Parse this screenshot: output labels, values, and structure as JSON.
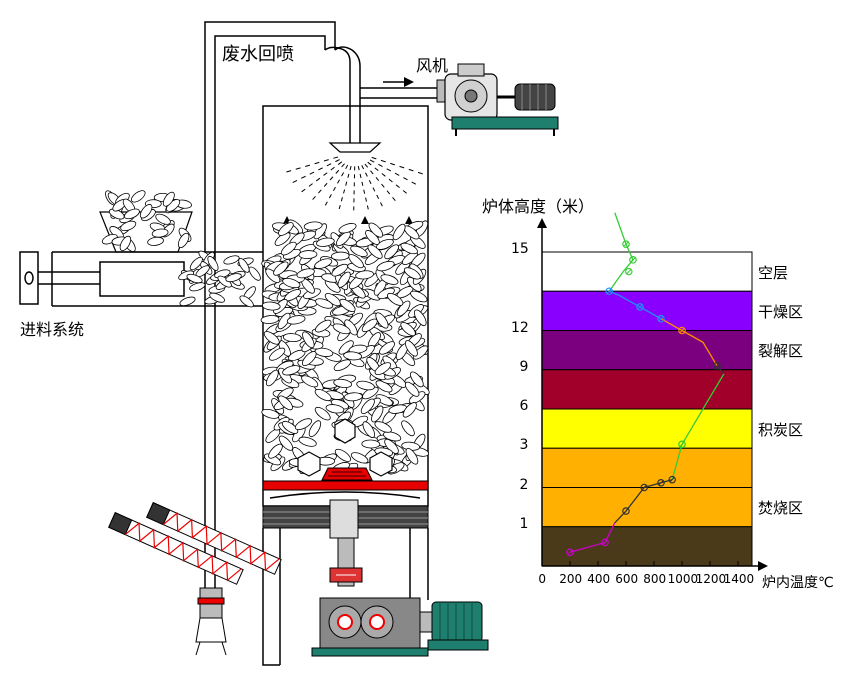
{
  "labels": {
    "wastewater_spray": "废水回喷",
    "fan": "风机",
    "feed_system": "进料系统"
  },
  "colors": {
    "furnace_wall": "#000000",
    "grate_red": "#e60000",
    "motor_teal": "#1e7f6e",
    "zone_empty": "#ffffff",
    "zone_drying": "#8a00ff",
    "zone_cracking": "#7a0080",
    "zone_retort": "#a0002a",
    "zone_char": "#ffff00",
    "zone_burn_upper": "#ffb000",
    "zone_burn_lower": "#4a3a1a"
  },
  "chart_data": {
    "type": "line",
    "ylabel": "炉体高度（米）",
    "xlabel": "炉内温度℃",
    "x_ticks": [
      "0",
      "200",
      "400",
      "600",
      "800",
      "1000",
      "1200",
      "1400"
    ],
    "y_ticks": [
      "1",
      "2",
      "3",
      "6",
      "9",
      "12",
      "15"
    ],
    "xlim": [
      0,
      1500
    ],
    "zones": [
      {
        "name": "空层",
        "bottom": 7,
        "top": 8,
        "color": "#ffffff"
      },
      {
        "name": "干燥区",
        "bottom": 6,
        "top": 7,
        "color": "#8a00ff"
      },
      {
        "name": "裂解区",
        "bottom": 5,
        "top": 6,
        "color": "#7a0080"
      },
      {
        "name": "",
        "bottom": 4,
        "top": 5,
        "color": "#a0002a"
      },
      {
        "name": "积炭区",
        "bottom": 3,
        "top": 4,
        "color": "#ffff00"
      },
      {
        "name": "",
        "bottom": 2,
        "top": 3,
        "color": "#ffb000"
      },
      {
        "name": "焚烧区",
        "bottom": 1,
        "top": 2,
        "color": "#ffb000"
      },
      {
        "name": "",
        "bottom": 0,
        "top": 1,
        "color": "#4a3a1a"
      }
    ],
    "series": [
      {
        "color": "#cc00cc",
        "points": [
          [
            200,
            0.35
          ],
          [
            450,
            0.6
          ],
          [
            520,
            1.1
          ]
        ]
      },
      {
        "color": "#333333",
        "points": [
          [
            520,
            1.1
          ],
          [
            600,
            1.4
          ],
          [
            730,
            2.0
          ],
          [
            850,
            2.12
          ],
          [
            930,
            2.2
          ]
        ]
      },
      {
        "color": "#33cc33",
        "points": [
          [
            930,
            2.2
          ],
          [
            1000,
            3.1
          ],
          [
            1150,
            4.0
          ],
          [
            1300,
            4.9
          ]
        ]
      },
      {
        "color": "#333333",
        "points": [
          [
            1300,
            4.9
          ],
          [
            1250,
            5.1
          ]
        ]
      },
      {
        "color": "#ff8c00",
        "points": [
          [
            1250,
            5.1
          ],
          [
            1150,
            5.7
          ],
          [
            1000,
            6.0
          ],
          [
            850,
            6.3
          ]
        ]
      },
      {
        "color": "#1e90ff",
        "points": [
          [
            850,
            6.3
          ],
          [
            700,
            6.6
          ],
          [
            550,
            6.9
          ],
          [
            480,
            7.0
          ]
        ]
      },
      {
        "color": "#33cc33",
        "points": [
          [
            480,
            7.0
          ],
          [
            580,
            7.5
          ],
          [
            650,
            7.8
          ],
          [
            600,
            8.2
          ],
          [
            520,
            9.0
          ]
        ]
      }
    ],
    "markers": [
      [
        200,
        0.35
      ],
      [
        450,
        0.6
      ],
      [
        600,
        1.4
      ],
      [
        730,
        2.0
      ],
      [
        850,
        2.12
      ],
      [
        930,
        2.2
      ],
      [
        1000,
        3.1
      ],
      [
        1250,
        5.1
      ],
      [
        1000,
        6.0
      ],
      [
        850,
        6.3
      ],
      [
        700,
        6.6
      ],
      [
        480,
        7.0
      ],
      [
        620,
        7.5
      ],
      [
        650,
        7.8
      ],
      [
        600,
        8.2
      ]
    ]
  }
}
